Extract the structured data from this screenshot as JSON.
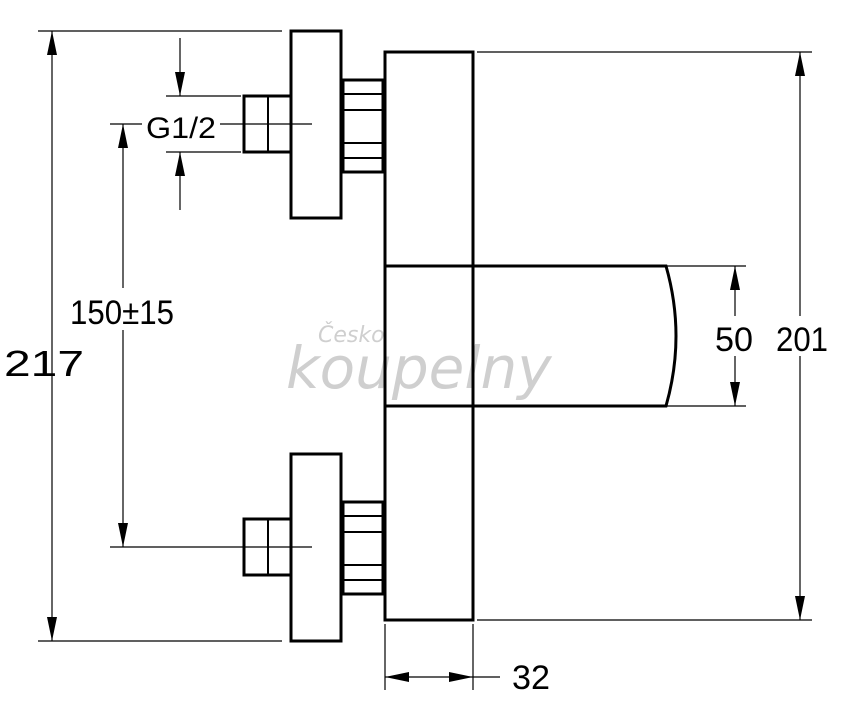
{
  "dimensions": {
    "overall_height": "217",
    "body_height": "201",
    "inlet_spacing": "150±15",
    "thread": "G1/2",
    "spout_height": "50",
    "body_depth": "32"
  },
  "watermark": {
    "small": "Česko",
    "large": "koupelny"
  },
  "colors": {
    "line": "#000000",
    "watermark": "#cfcfcf",
    "background": "#ffffff"
  }
}
